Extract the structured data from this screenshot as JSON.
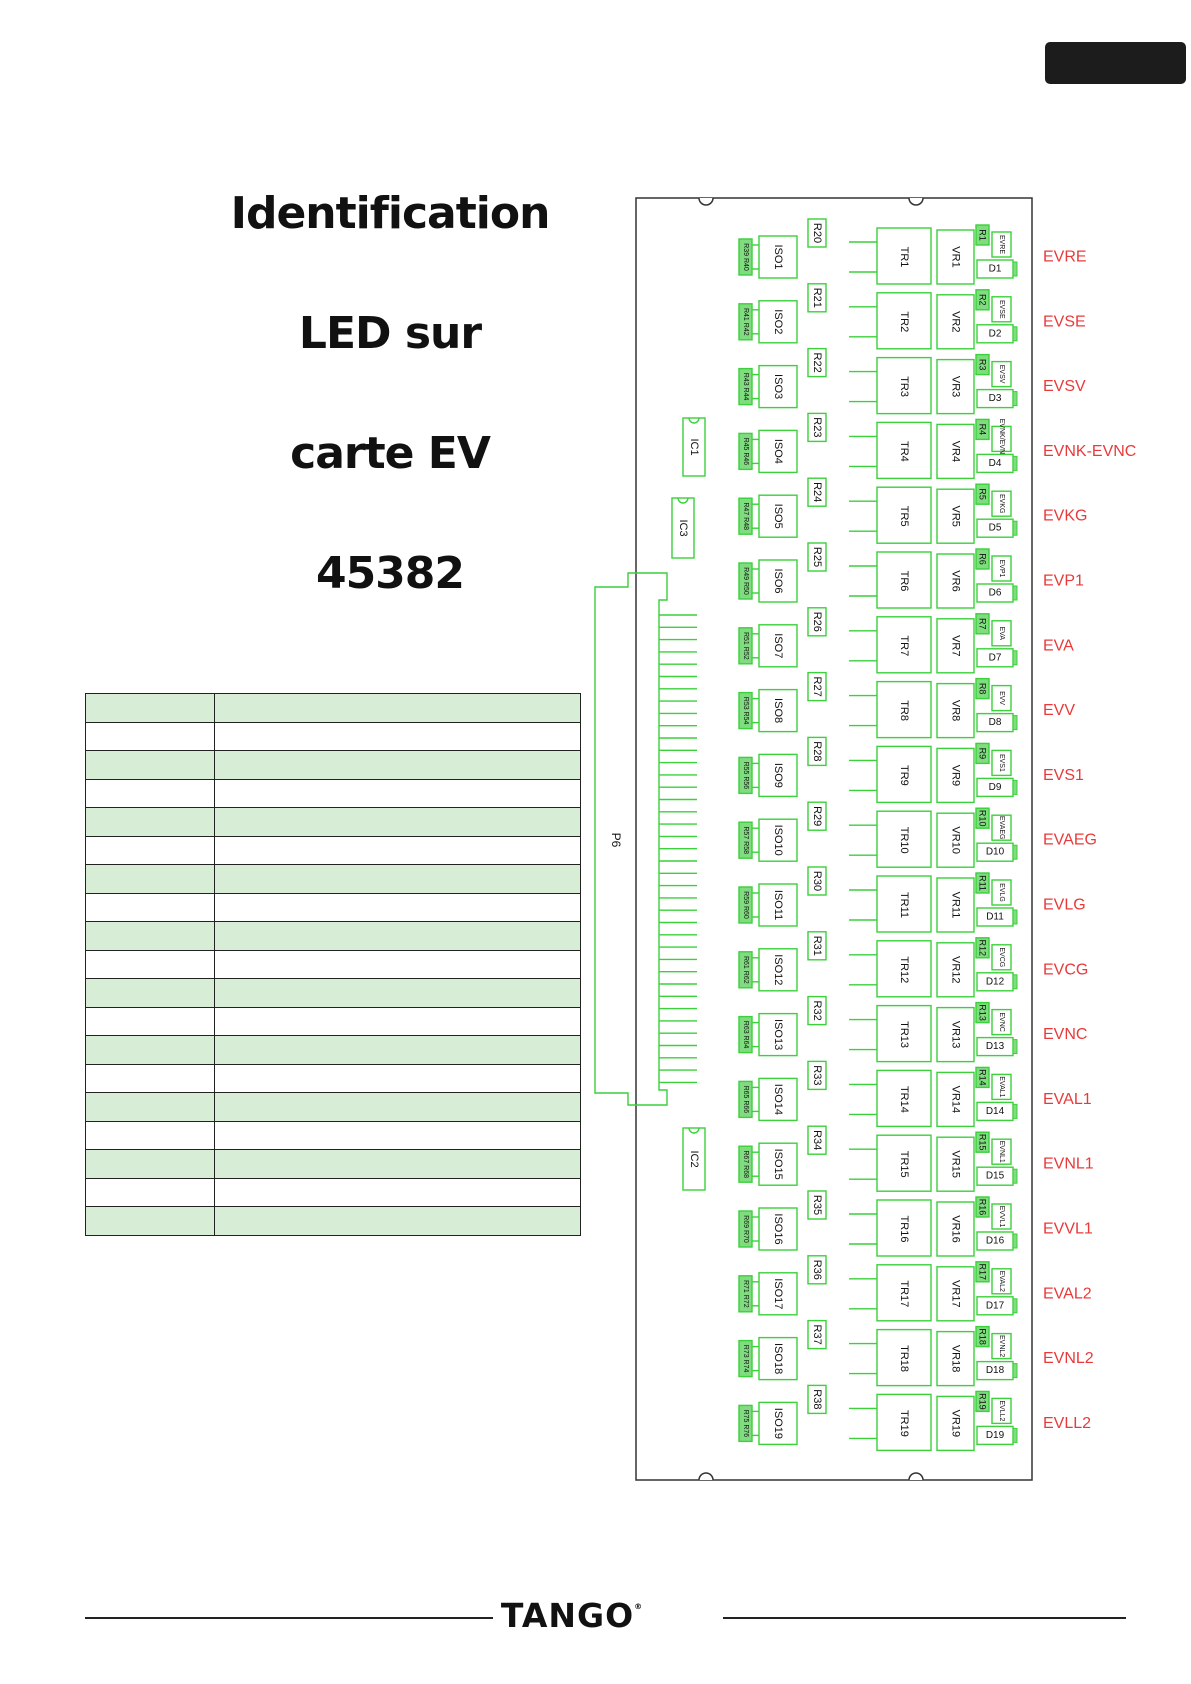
{
  "title_lines": [
    "Identification",
    "LED sur",
    "carte EV",
    "45382"
  ],
  "logo": "TANGO",
  "table_rows": 19,
  "board_labels": {
    "ic": [
      "IC1",
      "IC3",
      "IC2"
    ],
    "connector": "P6"
  },
  "channels": [
    {
      "iso": "ISO1",
      "r": "R20",
      "tr": "TR1",
      "vr": "VR1",
      "rt": "R1",
      "ev": "EVRE",
      "d": "D1",
      "label": "EVRE",
      "small": "R39 R40"
    },
    {
      "iso": "ISO2",
      "r": "R21",
      "tr": "TR2",
      "vr": "VR2",
      "rt": "R2",
      "ev": "EVSE",
      "d": "D2",
      "label": "EVSE",
      "small": "R41 R42"
    },
    {
      "iso": "ISO3",
      "r": "R22",
      "tr": "TR3",
      "vr": "VR3",
      "rt": "R3",
      "ev": "EVSV",
      "d": "D3",
      "label": "EVSV",
      "small": "R43 R44"
    },
    {
      "iso": "ISO4",
      "r": "R23",
      "tr": "TR4",
      "vr": "VR4",
      "rt": "R4",
      "ev": "EVNK/EVNC",
      "d": "D4",
      "label": "EVNK-EVNC",
      "small": "R45 R46"
    },
    {
      "iso": "ISO5",
      "r": "R24",
      "tr": "TR5",
      "vr": "VR5",
      "rt": "R5",
      "ev": "EVKG",
      "d": "D5",
      "label": "EVKG",
      "small": "R47 R48"
    },
    {
      "iso": "ISO6",
      "r": "R25",
      "tr": "TR6",
      "vr": "VR6",
      "rt": "R6",
      "ev": "EVP1",
      "d": "D6",
      "label": "EVP1",
      "small": "R49 R50"
    },
    {
      "iso": "ISO7",
      "r": "R26",
      "tr": "TR7",
      "vr": "VR7",
      "rt": "R7",
      "ev": "EVA",
      "d": "D7",
      "label": "EVA",
      "small": "R51 R52"
    },
    {
      "iso": "ISO8",
      "r": "R27",
      "tr": "TR8",
      "vr": "VR8",
      "rt": "R8",
      "ev": "EVV",
      "d": "D8",
      "label": "EVV",
      "small": "R53 R54"
    },
    {
      "iso": "ISO9",
      "r": "R28",
      "tr": "TR9",
      "vr": "VR9",
      "rt": "R9",
      "ev": "EVS1",
      "d": "D9",
      "label": "EVS1",
      "small": "R55 R56"
    },
    {
      "iso": "ISO10",
      "r": "R29",
      "tr": "TR10",
      "vr": "VR10",
      "rt": "R10",
      "ev": "EVAEG",
      "d": "D10",
      "label": "EVAEG",
      "small": "R57 R58"
    },
    {
      "iso": "ISO11",
      "r": "R30",
      "tr": "TR11",
      "vr": "VR11",
      "rt": "R11",
      "ev": "EVLG",
      "d": "D11",
      "label": "EVLG",
      "small": "R59 R60"
    },
    {
      "iso": "ISO12",
      "r": "R31",
      "tr": "TR12",
      "vr": "VR12",
      "rt": "R12",
      "ev": "EVCG",
      "d": "D12",
      "label": "EVCG",
      "small": "R61 R62"
    },
    {
      "iso": "ISO13",
      "r": "R32",
      "tr": "TR13",
      "vr": "VR13",
      "rt": "R13",
      "ev": "EVNC",
      "d": "D13",
      "label": "EVNC",
      "small": "R63 R64"
    },
    {
      "iso": "ISO14",
      "r": "R33",
      "tr": "TR14",
      "vr": "VR14",
      "rt": "R14",
      "ev": "EVAL1",
      "d": "D14",
      "label": "EVAL1",
      "small": "R65 R66"
    },
    {
      "iso": "ISO15",
      "r": "R34",
      "tr": "TR15",
      "vr": "VR15",
      "rt": "R15",
      "ev": "EVNL1",
      "d": "D15",
      "label": "EVNL1",
      "small": "R67 R68"
    },
    {
      "iso": "ISO16",
      "r": "R35",
      "tr": "TR16",
      "vr": "VR16",
      "rt": "R16",
      "ev": "EVVL1",
      "d": "D16",
      "label": "EVVL1",
      "small": "R69 R70"
    },
    {
      "iso": "ISO17",
      "r": "R36",
      "tr": "TR17",
      "vr": "VR17",
      "rt": "R17",
      "ev": "EVAL2",
      "d": "D17",
      "label": "EVAL2",
      "small": "R71 R72"
    },
    {
      "iso": "ISO18",
      "r": "R37",
      "tr": "TR18",
      "vr": "VR18",
      "rt": "R18",
      "ev": "EVNL2",
      "d": "D18",
      "label": "EVNL2",
      "small": "R73 R74"
    },
    {
      "iso": "ISO19",
      "r": "R38",
      "tr": "TR19",
      "vr": "VR19",
      "rt": "R19",
      "ev": "EVLL2",
      "d": "D19",
      "label": "EVLL2",
      "small": "R75 R76"
    }
  ],
  "colors": {
    "trace": "#3ad13a",
    "label_red": "#e83a3a",
    "pad_fill": "#7fdc7f",
    "ink": "#111111"
  }
}
